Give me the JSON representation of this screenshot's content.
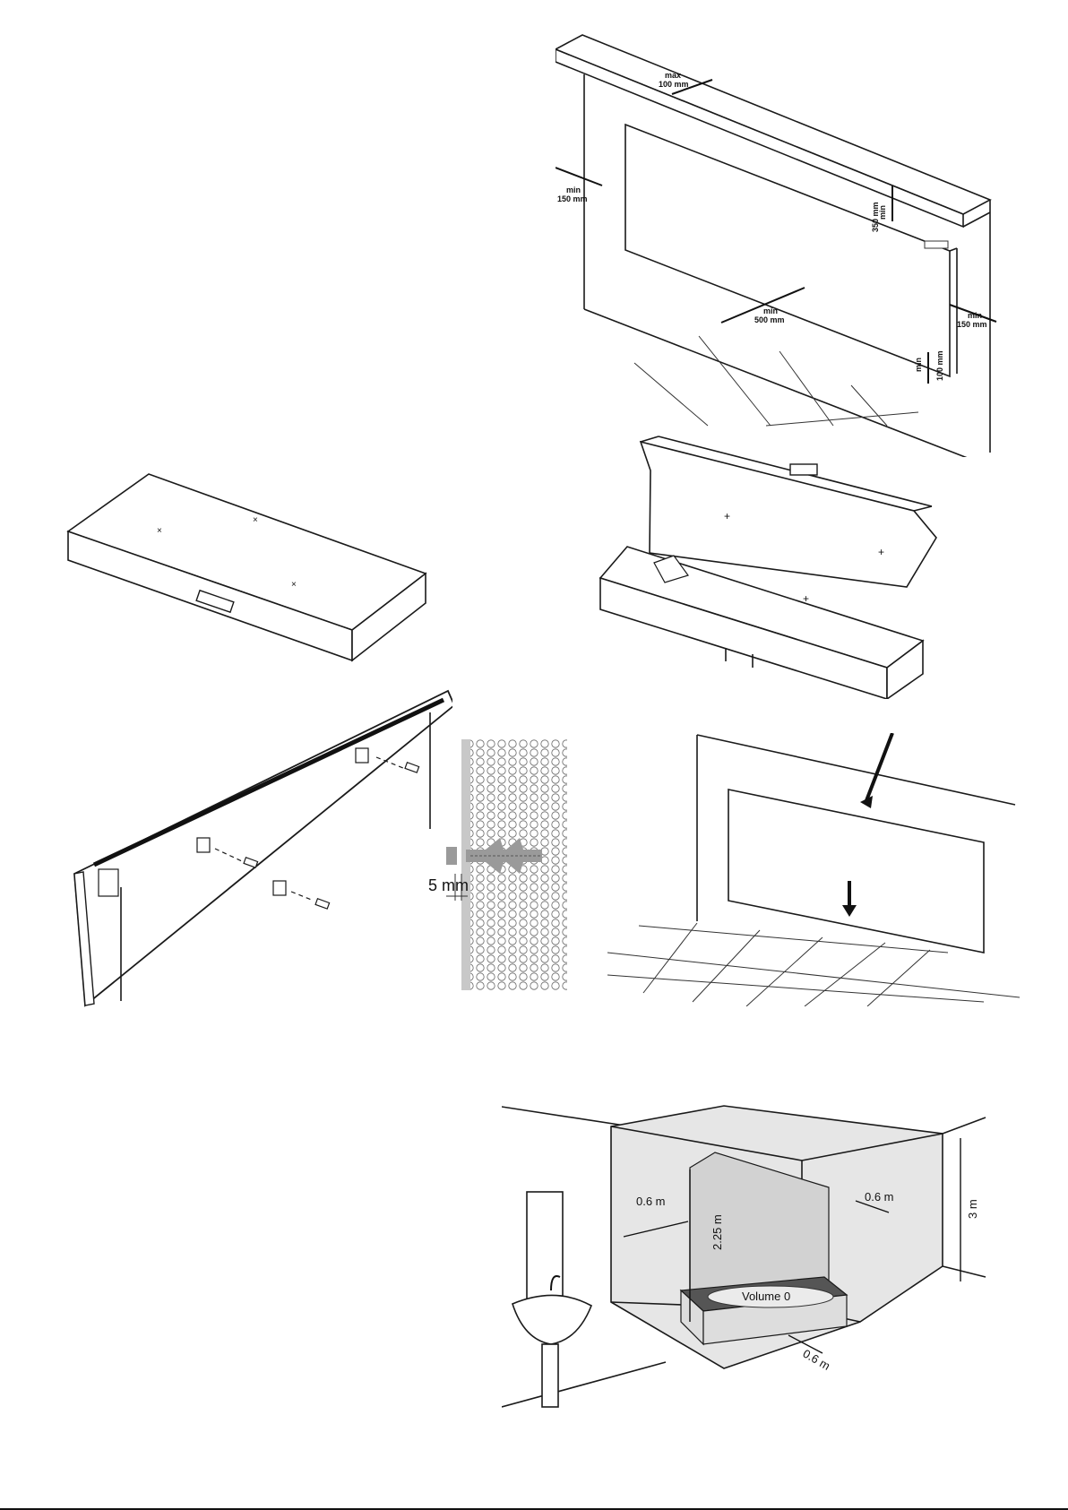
{
  "clearance_diagram": {
    "max_top": "max",
    "max_top_value": "100 mm",
    "min_left": "min",
    "min_left_value": "150 mm",
    "min_top": "min",
    "min_top_value": "350 mm",
    "min_front": "min",
    "min_front_value": "500 mm",
    "min_right": "min",
    "min_right_value": "150 mm",
    "min_floor": "min",
    "min_floor_value": "100 mm"
  },
  "wall_plug_diagram": {
    "gap_label": "5 mm"
  },
  "bathroom_diagram": {
    "zone_width_left": "0.6 m",
    "zone_width_right": "0.6 m",
    "zone_width_front": "0.6 m",
    "zone_height_shower": "2.25 m",
    "room_height": "3 m",
    "volume_label": "Volume 0"
  },
  "colors": {
    "line": "#1a1a1a",
    "zone_fill": "#e6e6e6",
    "zone_dark": "#d2d2d2",
    "plug": "#9a9a9a",
    "wall_strip": "#c8c8c8"
  }
}
